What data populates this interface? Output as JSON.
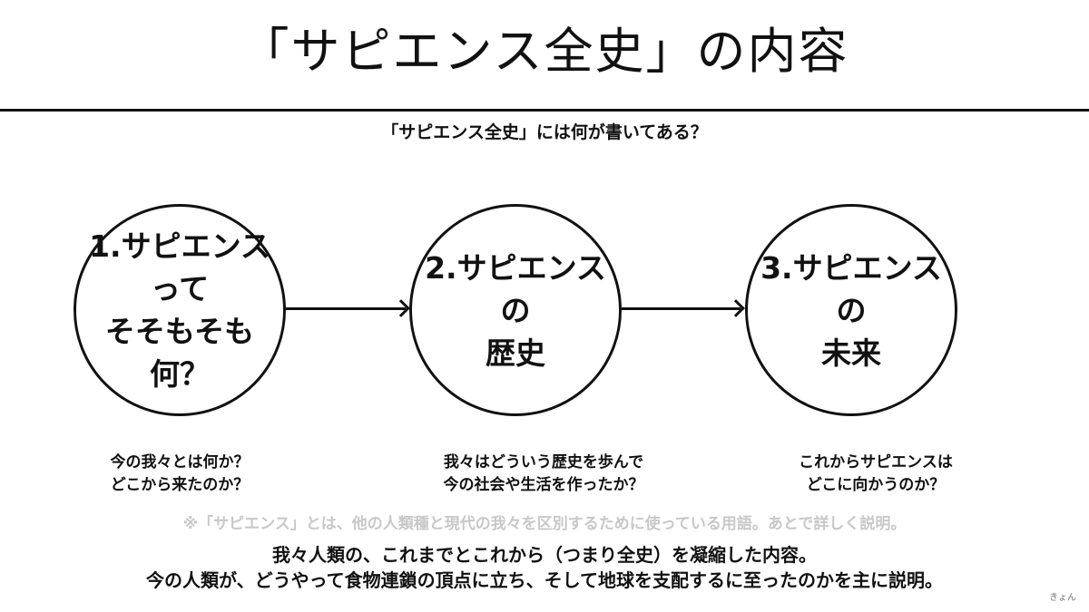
{
  "title": "「サピエンス全史」の内容",
  "subtitle": "「サピエンス全史」には何が書いてある？",
  "circles": [
    {
      "label": "1.サピエンスって\nそそもそも何？"
    },
    {
      "label": "2.サピエンスの\n歴史"
    },
    {
      "label": "3.サピエンスの\n未来"
    }
  ],
  "captions": [
    "今の我々とは何か？\nどこから来たのか？",
    "我々はどういう歴史を歩んで\n今の社会や生活を作ったか？",
    "これからサピエンスは\nどこに向かうのか？"
  ],
  "note": "※「サピエンス」とは、他の人類種と現代の我々を区別するために使っている用語。あとで詳しく説明。",
  "summary": {
    "line1": "我々人類の、これまでとこれから（つまり全史）を凝縮した内容。",
    "line2": "今の人類が、どうやって食物連鎖の頂点に立ち、そして地球を支配するに至ったのかを主に説明。"
  },
  "author": "きょん"
}
